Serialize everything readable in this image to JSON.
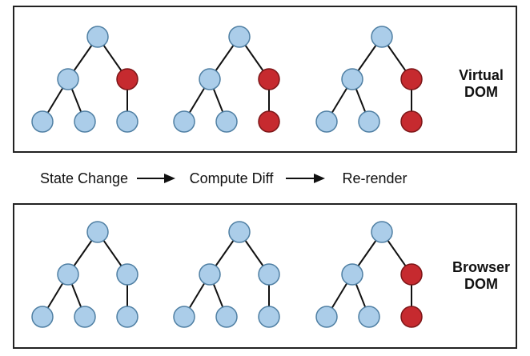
{
  "diagram": {
    "steps": [
      {
        "label": "State Change"
      },
      {
        "label": "Compute Diff"
      },
      {
        "label": "Re-render"
      }
    ],
    "panels": [
      {
        "label_lines": [
          "Virtual",
          "DOM"
        ],
        "trees": [
          {
            "highlighted_nodes": [
              "right-child"
            ]
          },
          {
            "highlighted_nodes": [
              "right-child",
              "right-leaf"
            ]
          },
          {
            "highlighted_nodes": [
              "right-child",
              "right-leaf"
            ]
          }
        ]
      },
      {
        "label_lines": [
          "Browser",
          "DOM"
        ],
        "trees": [
          {
            "highlighted_nodes": []
          },
          {
            "highlighted_nodes": []
          },
          {
            "highlighted_nodes": [
              "right-child",
              "right-leaf"
            ]
          }
        ]
      }
    ],
    "colors": {
      "node_fill": "#abcde9",
      "node_stroke": "#4f7fa3",
      "highlight_fill": "#c62a2f",
      "highlight_stroke": "#7d1618",
      "edge": "#111111",
      "panel_border": "#222222"
    }
  }
}
